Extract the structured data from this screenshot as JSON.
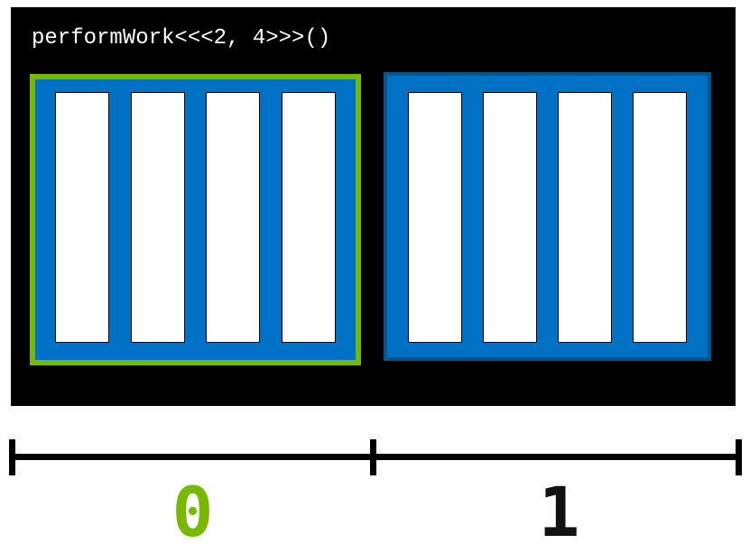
{
  "code": {
    "text": "performWork<<<2, 4>>>()"
  },
  "grid": {
    "description_semantics": "CUDA kernel launch: 2 blocks of 4 threads each",
    "blocks": [
      {
        "index": "0",
        "threads": 4,
        "highlighted": true
      },
      {
        "index": "1",
        "threads": 4,
        "highlighted": false
      }
    ]
  },
  "axis": {
    "tick_count": 3,
    "labels": [
      {
        "text": "0",
        "color": "#76b900"
      },
      {
        "text": "1",
        "color": "#111111"
      }
    ]
  },
  "colors": {
    "page_bg": "#ffffff",
    "panel_bg": "#000000",
    "block_fill": "#0071c5",
    "block_border": "#00568f",
    "thread_fill": "#ffffff",
    "thread_border": "#000000",
    "nvidia_green": "#76b900",
    "code_color": "#ffffff",
    "axis_color": "#000000",
    "label_1_color": "#111111"
  }
}
